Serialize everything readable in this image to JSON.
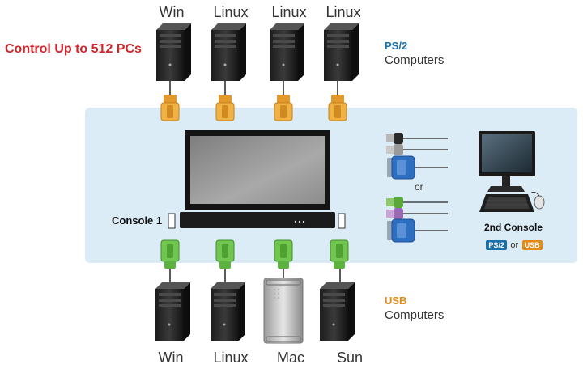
{
  "headline": "Control Up to 512 PCs",
  "top_computers": [
    "Win",
    "Linux",
    "Linux",
    "Linux"
  ],
  "bottom_computers": [
    "Win",
    "Linux",
    "Mac",
    "Sun"
  ],
  "ps2_group": {
    "kind": "PS/2",
    "label": "Computers"
  },
  "usb_group": {
    "kind": "USB",
    "label": "Computers"
  },
  "console1_label": "Console 1",
  "console2": {
    "label": "2nd Console",
    "badge_ps2": "PS/2",
    "badge_usb": "USB",
    "or": "or"
  },
  "connector_or": "or",
  "colors": {
    "headline": "#d0262b",
    "ps2": "#1b6fa8",
    "usb": "#e38a1a",
    "panel": "#dcecf7",
    "ps2_adapter": "#e8a93a",
    "usb_adapter": "#6cc04a"
  }
}
